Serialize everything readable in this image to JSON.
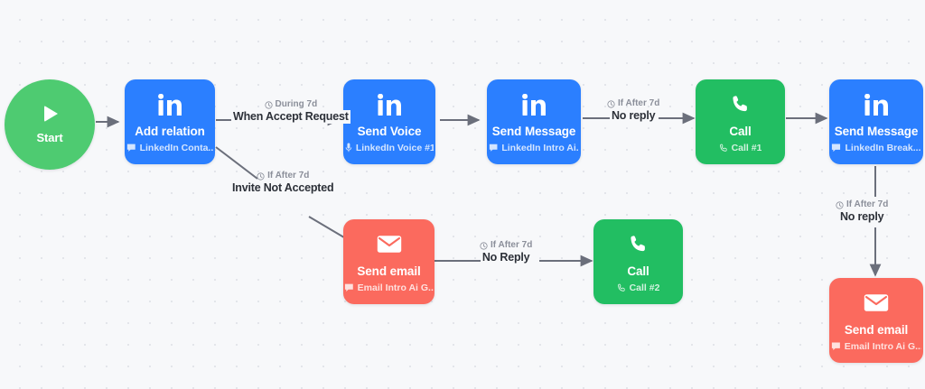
{
  "canvas": {
    "background_color": "#f7f8fa",
    "grid": "dot-grid",
    "grid_color": "#e3e5ea"
  },
  "palette": {
    "blue": "#2b7fff",
    "green": "#22be62",
    "start_green": "#4ecb71",
    "red": "#fb6a5e",
    "edge": "#6b6f7b",
    "label_text": "#2c3038",
    "condition_text": "#8b8f9a"
  },
  "nodes": [
    {
      "id": "start",
      "shape": "circle",
      "color": "#4ecb71",
      "icon": "play-icon",
      "title": "Start"
    },
    {
      "id": "add-relation",
      "shape": "rounded-rect",
      "color": "#2b7fff",
      "icon": "linkedin-icon",
      "title": "Add relation",
      "sub_icon": "message-icon",
      "sub": "LinkedIn Conta..."
    },
    {
      "id": "send-voice",
      "shape": "rounded-rect",
      "color": "#2b7fff",
      "icon": "linkedin-icon",
      "title": "Send Voice",
      "sub_icon": "microphone-icon",
      "sub": "LinkedIn Voice #1"
    },
    {
      "id": "send-message-1",
      "shape": "rounded-rect",
      "color": "#2b7fff",
      "icon": "linkedin-icon",
      "title": "Send Message",
      "sub_icon": "message-icon",
      "sub": "LinkedIn Intro Ai..."
    },
    {
      "id": "call-1",
      "shape": "rounded-rect",
      "color": "#22be62",
      "icon": "phone-icon",
      "title": "Call",
      "sub_icon": "phone-icon",
      "sub": "Call #1"
    },
    {
      "id": "send-message-2",
      "shape": "rounded-rect",
      "color": "#2b7fff",
      "icon": "linkedin-icon",
      "title": "Send Message",
      "sub_icon": "message-icon",
      "sub": "LinkedIn Break..."
    },
    {
      "id": "send-email-1",
      "shape": "rounded-rect",
      "color": "#fb6a5e",
      "icon": "envelope-icon",
      "title": "Send email",
      "sub_icon": "message-icon",
      "sub": "Email Intro Ai G..."
    },
    {
      "id": "call-2",
      "shape": "rounded-rect",
      "color": "#22be62",
      "icon": "phone-icon",
      "title": "Call",
      "sub_icon": "phone-icon",
      "sub": "Call #2"
    },
    {
      "id": "send-email-2",
      "shape": "rounded-rect",
      "color": "#fb6a5e",
      "icon": "envelope-icon",
      "title": "Send email",
      "sub_icon": "message-icon",
      "sub": "Email Intro Ai G..."
    }
  ],
  "edges": [
    {
      "id": "start-to-add-relation",
      "from": "start",
      "to": "add-relation",
      "condition": "",
      "label": ""
    },
    {
      "id": "add-relation-to-send-voice",
      "from": "add-relation",
      "to": "send-voice",
      "condition": "During 7d",
      "label": "When Accept Request"
    },
    {
      "id": "add-relation-to-send-email",
      "from": "add-relation",
      "to": "send-email-1",
      "condition": "If After 7d",
      "label": "Invite Not Accepted"
    },
    {
      "id": "send-voice-to-send-message",
      "from": "send-voice",
      "to": "send-message-1",
      "condition": "",
      "label": ""
    },
    {
      "id": "send-message-to-call-1",
      "from": "send-message-1",
      "to": "call-1",
      "condition": "If After 7d",
      "label": "No reply"
    },
    {
      "id": "call-1-to-send-message-2",
      "from": "call-1",
      "to": "send-message-2",
      "condition": "",
      "label": ""
    },
    {
      "id": "send-email-to-call-2",
      "from": "send-email-1",
      "to": "call-2",
      "condition": "If After 7d",
      "label": "No Reply"
    },
    {
      "id": "send-message-2-to-send-email-2",
      "from": "send-message-2",
      "to": "send-email-2",
      "condition": "If After 7d",
      "label": "No reply"
    }
  ]
}
